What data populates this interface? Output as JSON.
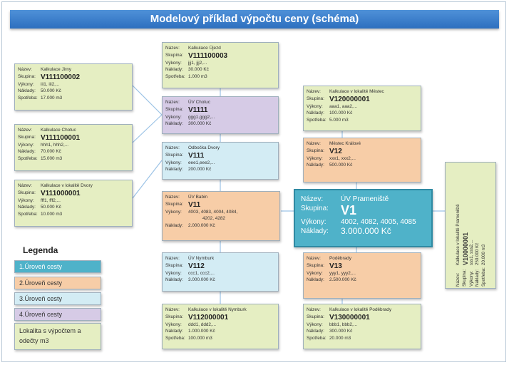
{
  "title": "Modelový příklad výpočtu ceny (schéma)",
  "labels": {
    "nazev": "Název:",
    "skupina": "Skupina:",
    "vykony": "Výkony:",
    "naklady": "Náklady:",
    "spotreba": "Spotřeba:"
  },
  "nodes": {
    "kalk_ujezd": {
      "nazev": "Kalkulace Újezd",
      "skupina": "V111100003",
      "vykony": "jjj1, jjj2,...",
      "naklady": "30.000 Kč",
      "spotreba": "1.000 m3"
    },
    "kalk_jirny": {
      "nazev": "Kalkulace Jirny",
      "skupina": "V111100002",
      "vykony": "iii1, iii2,...",
      "naklady": "50.000 Kč",
      "spotreba": "17.000 m3"
    },
    "uv_chotuc": {
      "nazev": "ÚV Chotuc",
      "skupina": "V1111",
      "vykony": "ggg1,ggg2,...",
      "naklady": "300.000 Kč"
    },
    "kalk_chotuc": {
      "nazev": "Kalkulace Chotuc",
      "skupina": "V111100001",
      "vykony": "hhh1, hhh2,...",
      "naklady": "70.000 Kč",
      "spotreba": "15.000 m3"
    },
    "odbocka_dvory": {
      "nazev": "Odbočka Dvory",
      "skupina": "V111",
      "vykony": "eee1,eee2,...",
      "naklady": "200.000 Kč"
    },
    "kalk_dvory": {
      "nazev": "Kalkulace v lokalitě Dvory",
      "skupina": "V111000001",
      "vykony": "fff1, fff2,...",
      "naklady": "50.000 Kč",
      "spotreba": "10.000 m3"
    },
    "uv_babin": {
      "nazev": "ÚV Babin",
      "skupina": "V11",
      "vykony": "4003, 4083, 4004, 4084,",
      "vykony2": "4202, 4282",
      "naklady": "2.000.000 Kč"
    },
    "uv_nymburk": {
      "nazev": "ÚV Nymburk",
      "skupina": "V112",
      "vykony": "ccc1, ccc2,...",
      "naklady": "3.000.000 Kč"
    },
    "kalk_nymburk": {
      "nazev": "Kalkulace v lokalitě Nymburk",
      "skupina": "V112000001",
      "vykony": "ddd1, ddd2,...",
      "naklady": "1.000.000 Kč",
      "spotreba": "100.000 m3"
    },
    "kalk_mestec": {
      "nazev": "Kalkulace v lokalitě Městec",
      "skupina": "V120000001",
      "vykony": "aaa1, aaa2,...",
      "naklady": "100.000 Kč",
      "spotreba": "5.000 m3"
    },
    "mestec_kralove": {
      "nazev": "Městec Králové",
      "skupina": "V12",
      "vykony": "xxx1, xxx2,...",
      "naklady": "500.000 Kč"
    },
    "uv_prameniste": {
      "nazev": "ÚV Prameniště",
      "skupina": "V1",
      "vykony": "4002, 4082, 4005, 4085",
      "naklady": "3.000.000 Kč"
    },
    "podebrady": {
      "nazev": "Poděbrady",
      "skupina": "V13",
      "vykony": "yyy1, yyy2,...",
      "naklady": "2.500.000 Kč"
    },
    "kalk_podebrady": {
      "nazev": "Kalkulace v lokalitě Poděbrady",
      "skupina": "V130000001",
      "vykony": "bbb1, bbb2,...",
      "naklady": "300.000 Kč",
      "spotreba": "20.000 m3"
    },
    "kalk_prameniste": {
      "nazev": "Kalkulace v lokalitě Prameniště",
      "skupina": "V10000001",
      "vykony": "sss1, sss2,...",
      "naklady": "250.000 Kč",
      "spotreba": "20.000 m3"
    }
  },
  "legend": {
    "title": "Legenda",
    "items": [
      "1.Úroveň cesty",
      "2.Úroveň cesty",
      "3.Úroveň cesty",
      "4.Úroveň cesty",
      "Lokalita s výpočtem a odečty m3"
    ]
  },
  "colors": {
    "level1": "#4fb2c9",
    "level2": "#f7cda7",
    "level3": "#d3ecf4",
    "level4": "#d6cbe6",
    "location": "#e5eec2",
    "title": "#2d6fbf",
    "connector": "#9cc3e6"
  }
}
